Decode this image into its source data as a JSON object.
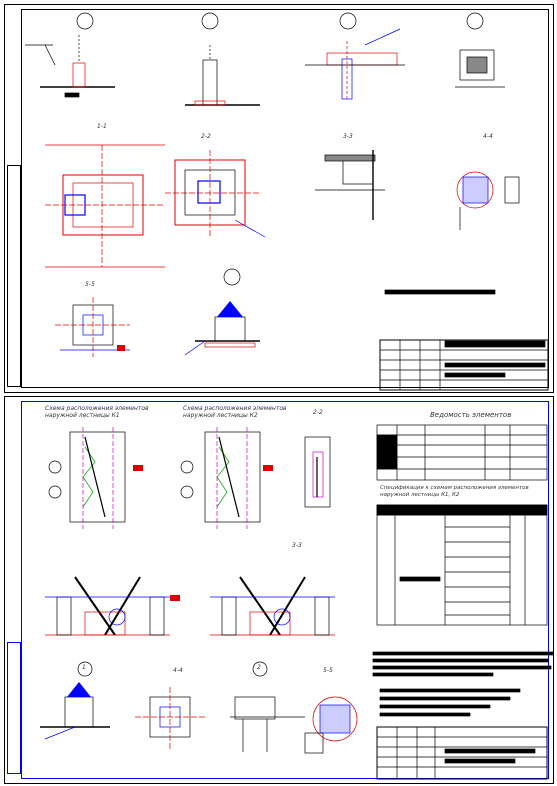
{
  "sheet2": {
    "scheme_k1_title": "Схема расположения элементов наружной лестницы К1",
    "scheme_k2_title": "Схема расположения элементов наружной лестницы К2",
    "section_22": "2-2",
    "section_33": "3-3",
    "section_44": "4-4",
    "section_55": "5-5",
    "marker_1": "1",
    "marker_2": "2",
    "vedomost_title": "Ведомость элементов",
    "spec_title": "Спецификация к схемам расположения элементов наружной лестницы К1, К2"
  },
  "sheet1": {
    "section_11": "1-1",
    "section_22": "2-2",
    "section_33": "3-3",
    "section_44": "4-4",
    "section_55": "5-5"
  },
  "colors": {
    "red": "#e00000",
    "blue": "#0000ff",
    "magenta": "#d000d0",
    "green": "#00a000",
    "black": "#000000"
  }
}
